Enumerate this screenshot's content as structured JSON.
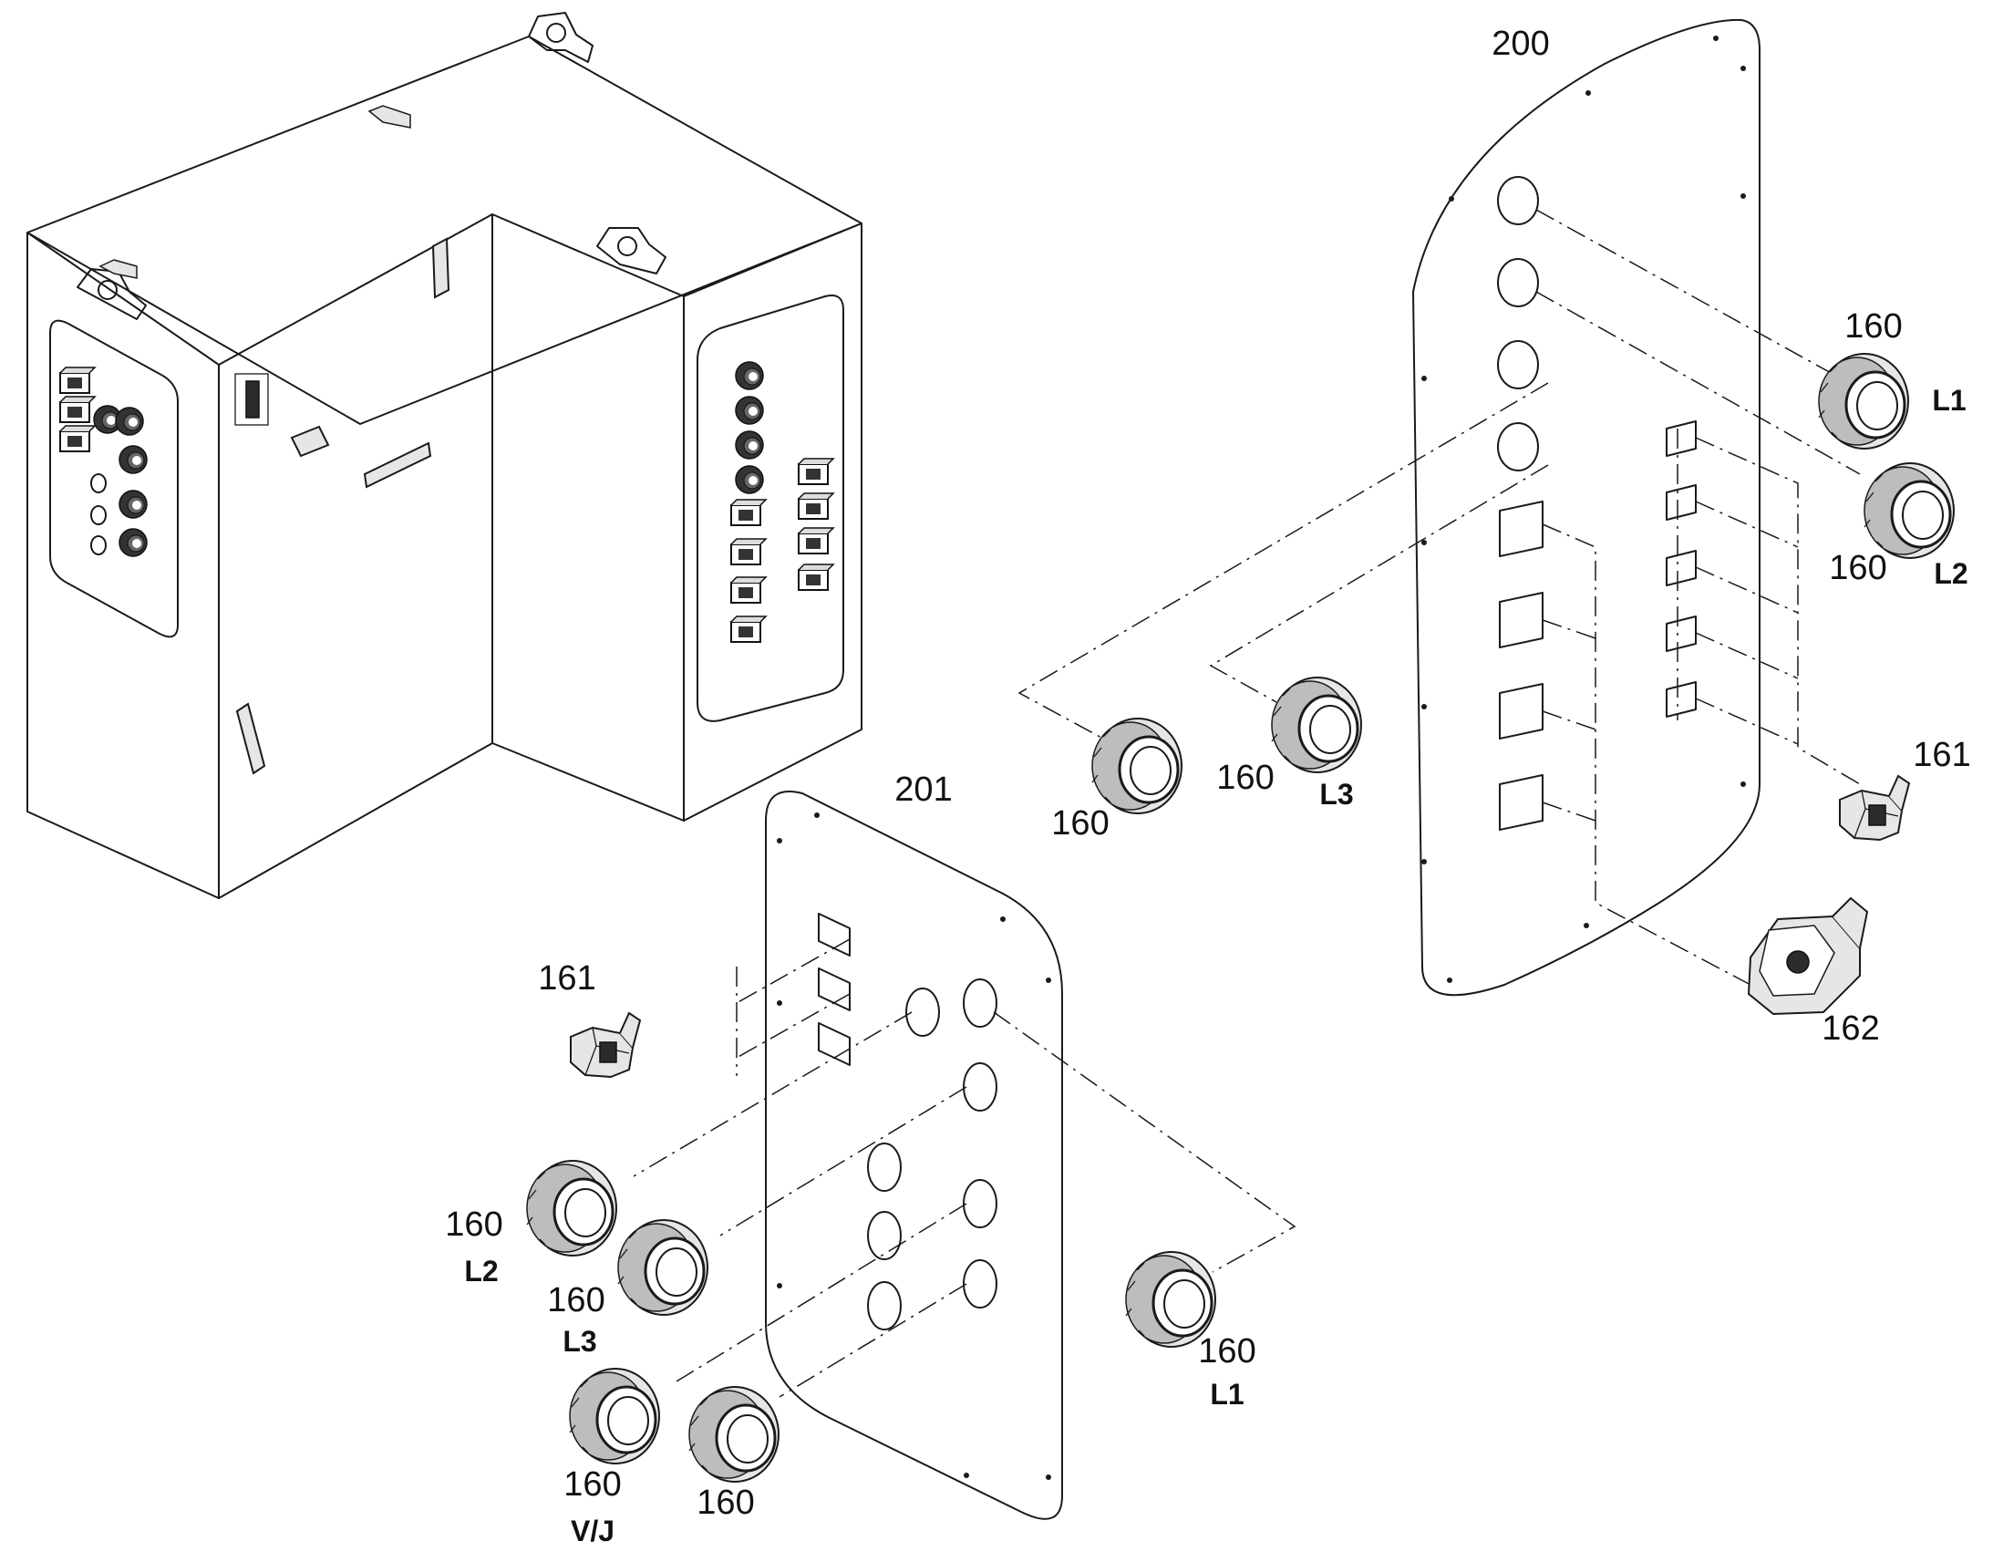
{
  "figure": {
    "panels": [
      {
        "id": "rear-panel",
        "ref": "200"
      },
      {
        "id": "side-panel",
        "ref": "201"
      }
    ],
    "callouts": [
      {
        "id": "c-200",
        "ref": "200",
        "sub": ""
      },
      {
        "id": "c-201",
        "ref": "201",
        "sub": ""
      },
      {
        "id": "c-160-l1-right",
        "ref": "160",
        "sub": "L1"
      },
      {
        "id": "c-160-l2-right",
        "ref": "160",
        "sub": "L2"
      },
      {
        "id": "c-160-a",
        "ref": "160",
        "sub": ""
      },
      {
        "id": "c-160-l3-mid",
        "ref": "160",
        "sub": "L3"
      },
      {
        "id": "c-161-right",
        "ref": "161",
        "sub": ""
      },
      {
        "id": "c-162",
        "ref": "162",
        "sub": ""
      },
      {
        "id": "c-161-left",
        "ref": "161",
        "sub": ""
      },
      {
        "id": "c-160-l2-left",
        "ref": "160",
        "sub": "L2"
      },
      {
        "id": "c-160-l3-left",
        "ref": "160",
        "sub": "L3"
      },
      {
        "id": "c-160-vj",
        "ref": "160",
        "sub": "V/J"
      },
      {
        "id": "c-160-b",
        "ref": "160",
        "sub": ""
      },
      {
        "id": "c-160-l1-left",
        "ref": "160",
        "sub": "L1"
      }
    ]
  }
}
